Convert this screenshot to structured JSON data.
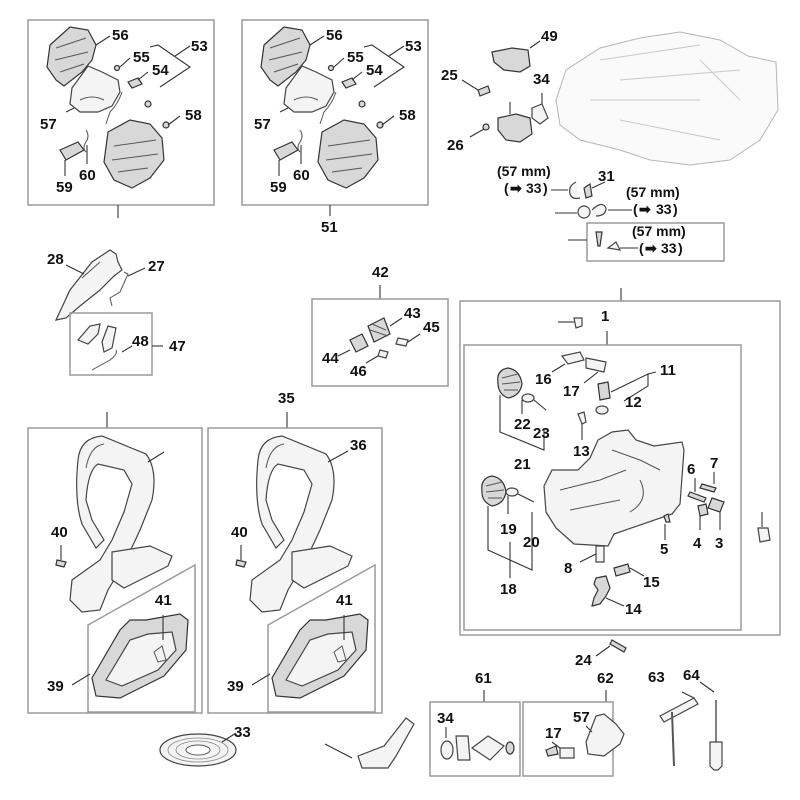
{
  "diagram": {
    "title": "Chainsaw crankcase / carburetor / handlebar parts diagram",
    "accent_colors": {
      "label_text": "#111111",
      "box_stroke": "#9a9a9a",
      "part_stroke": "#444444",
      "ref_number": "#d28a00"
    },
    "groups": {
      "carb_box_left": {
        "labels": [
          "56",
          "55",
          "54",
          "53",
          "57",
          "58",
          "59",
          "60"
        ]
      },
      "carb_box_right": {
        "assembly": "51",
        "labels": [
          "56",
          "55",
          "54",
          "53",
          "57",
          "58",
          "59",
          "60"
        ]
      },
      "engine_top": {
        "labels": [
          "49",
          "25",
          "34",
          "26",
          "31"
        ]
      },
      "hose_notes": [
        {
          "size": "(57 mm)",
          "ref": "33",
          "arrow": "➡"
        },
        {
          "size": "(57 mm)",
          "ref": "33",
          "arrow": "➡"
        },
        {
          "size": "(57 mm)",
          "ref": "33",
          "arrow": "➡"
        }
      ],
      "throttle": {
        "labels": [
          "28",
          "27",
          "48",
          "47"
        ]
      },
      "av_kit": {
        "assembly": "42",
        "labels": [
          "43",
          "45",
          "44",
          "46"
        ]
      },
      "crankcase": {
        "assembly": "1",
        "labels": [
          "16",
          "17",
          "11",
          "12",
          "22",
          "23",
          "13",
          "21",
          "6",
          "7",
          "19",
          "20",
          "5",
          "4",
          "3",
          "18",
          "8",
          "15",
          "14"
        ]
      },
      "handlebar_left": {
        "labels": [
          "40",
          "41",
          "39"
        ]
      },
      "handlebar_right": {
        "assembly": "35",
        "labels": [
          "36",
          "40",
          "41",
          "39"
        ]
      },
      "misc": {
        "labels": [
          "33",
          "24",
          "61",
          "34",
          "62",
          "17",
          "57",
          "63",
          "64"
        ]
      }
    }
  }
}
